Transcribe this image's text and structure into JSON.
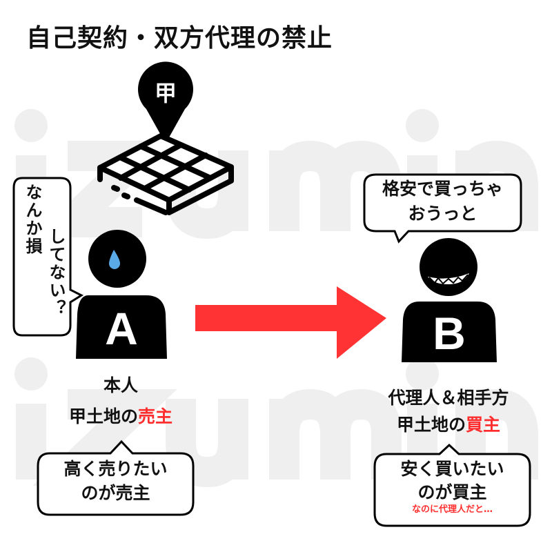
{
  "title": "自己契約・双方代理の禁止",
  "watermark": "izumin",
  "land": {
    "pin_label": "甲"
  },
  "person_a": {
    "letter": "A",
    "thought_line1": "なんか損",
    "thought_line2": "してない？",
    "role": "本人",
    "desc_prefix": "甲土地の",
    "desc_highlight": "売主",
    "bubble_line1": "高く売りたい",
    "bubble_line2": "のが売主"
  },
  "person_b": {
    "letter": "B",
    "thought_line1": "格安で買っちゃ",
    "thought_line2": "おうっと",
    "role": "代理人＆相手方",
    "desc_prefix": "甲土地の",
    "desc_highlight": "買主",
    "bubble_line1": "安く買いたい",
    "bubble_line2": "のが買主",
    "bubble_note": "なのに代理人だと…"
  },
  "colors": {
    "arrow": "#ff3333",
    "highlight": "#ff2d2d",
    "drop": "#5aaae8"
  }
}
